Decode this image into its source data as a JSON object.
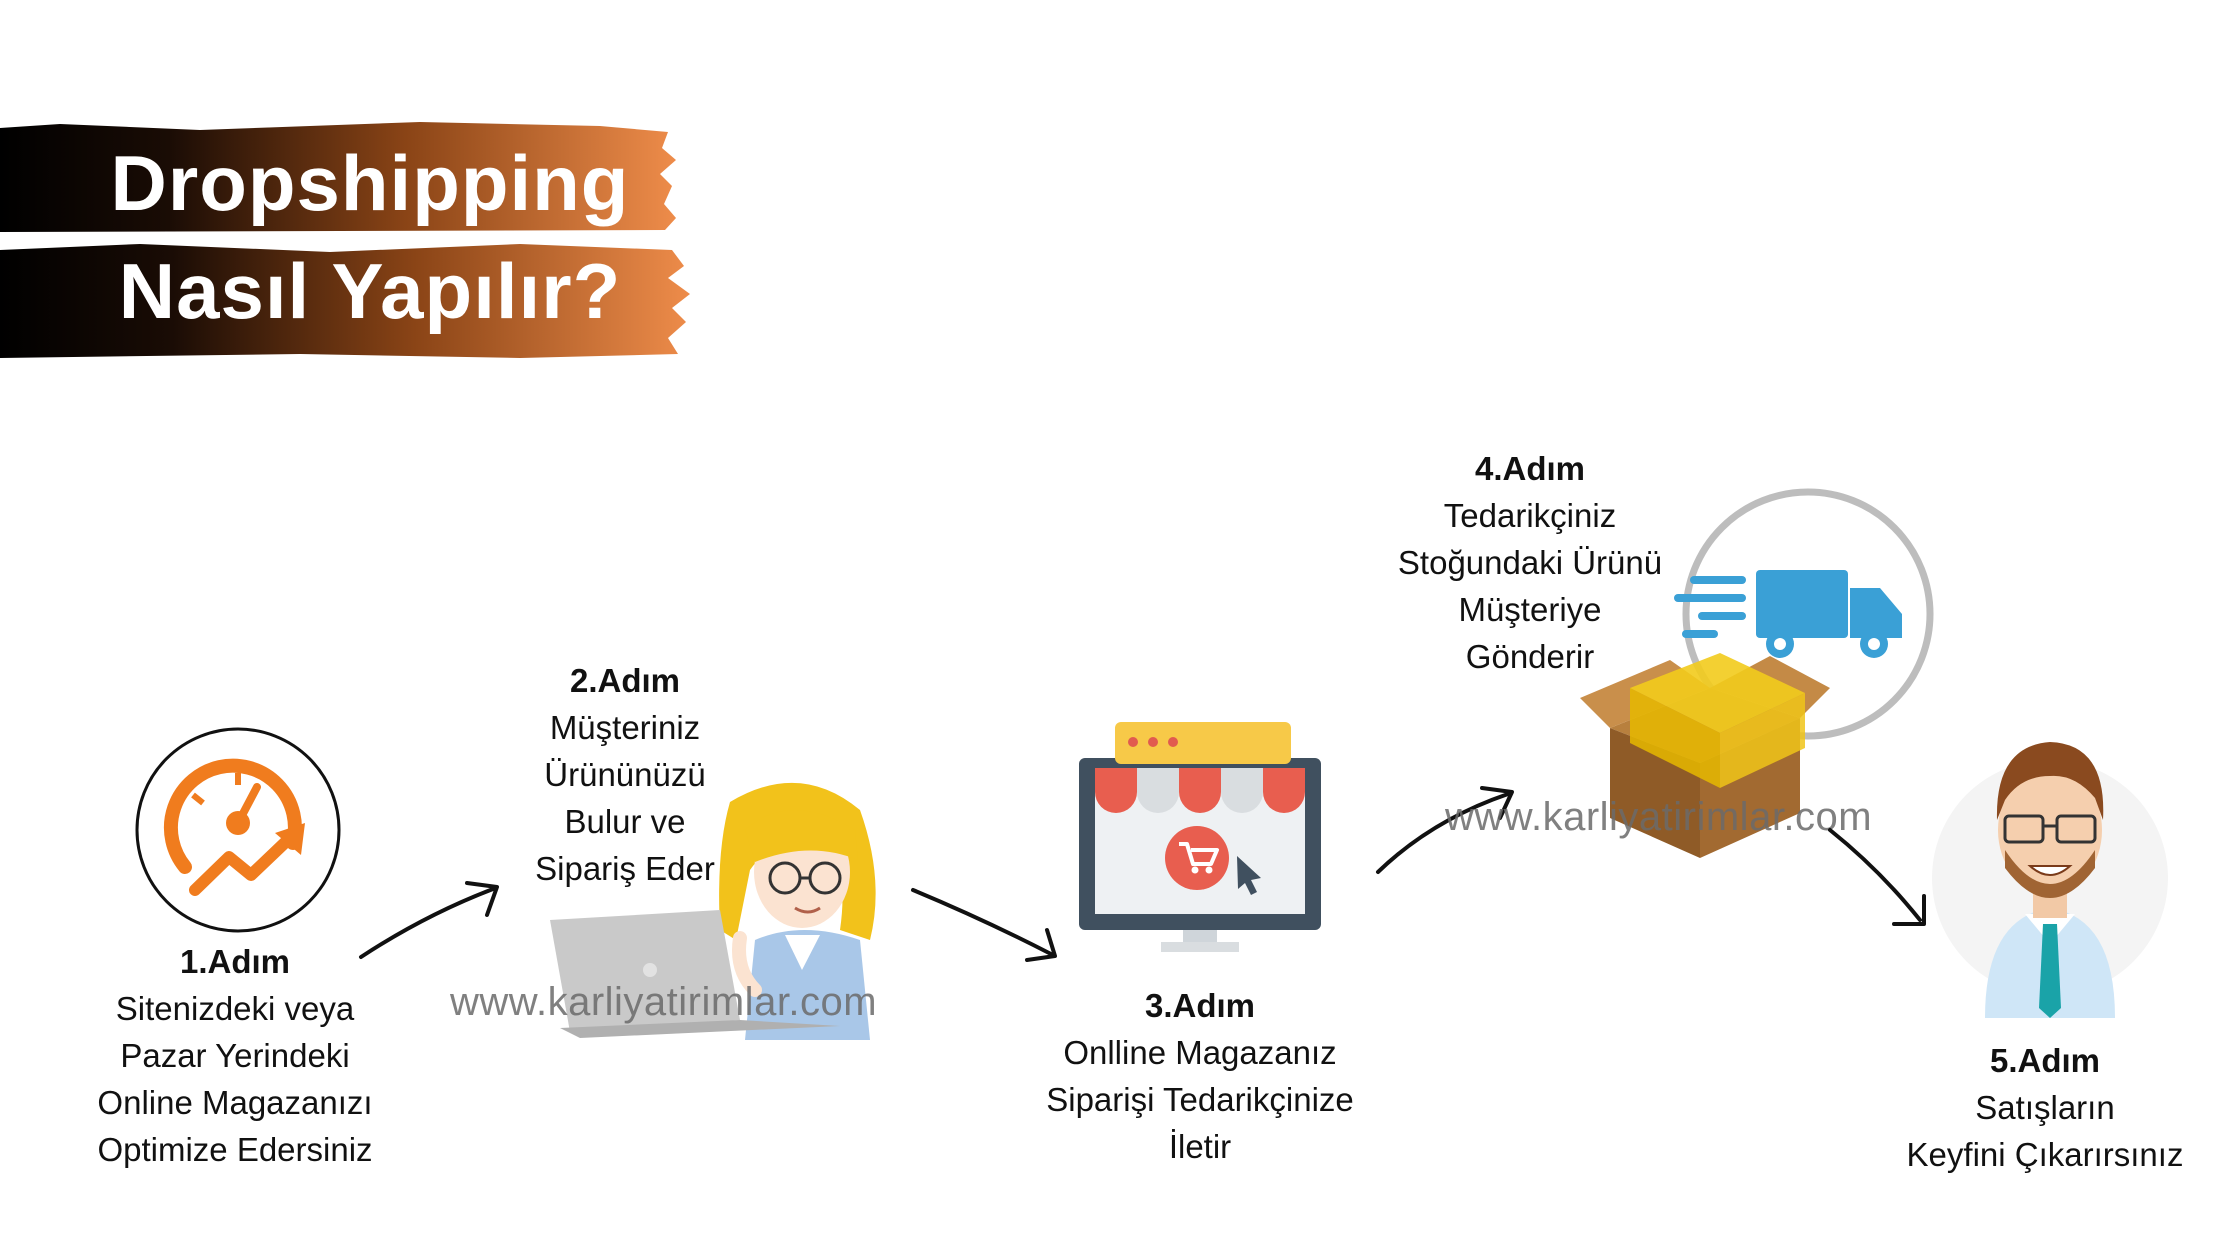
{
  "title": {
    "line1": "Dropshipping",
    "line2": "Nasıl Yapılır?"
  },
  "colors": {
    "accent": "#f07c1e",
    "banner_start": "#000000",
    "banner_end": "#e8843f",
    "truck": "#3aa0d6",
    "monitor": "#40505f"
  },
  "steps": [
    {
      "head": "1.Adım",
      "lines": [
        "Sitenizdeki veya",
        "Pazar Yerindeki",
        "Online Magazanızı",
        "Optimize Edersiniz"
      ],
      "icon": "speedometer-growth-icon"
    },
    {
      "head": "2.Adım",
      "lines": [
        "Müşteriniz",
        "Ürününüzü",
        "Bulur ve",
        "Sipariş Eder"
      ],
      "icon": "woman-laptop-icon"
    },
    {
      "head": "3.Adım",
      "lines": [
        "Onlline Magazanız",
        "Siparişi Tedarikçinize",
        "İletir"
      ],
      "icon": "online-store-icon"
    },
    {
      "head": "4.Adım",
      "lines": [
        "Tedarikçiniz",
        "Stoğundaki Ürünü",
        "Müşteriye",
        "Gönderir"
      ],
      "icon": "delivery-truck-box-icon"
    },
    {
      "head": "5.Adım",
      "lines": [
        "Satışların",
        "Keyfini Çıkarırsınız"
      ],
      "icon": "happy-man-icon"
    }
  ],
  "watermarks": [
    "www.karliyatirimlar.com",
    "www.karliyatirimlar.com"
  ]
}
